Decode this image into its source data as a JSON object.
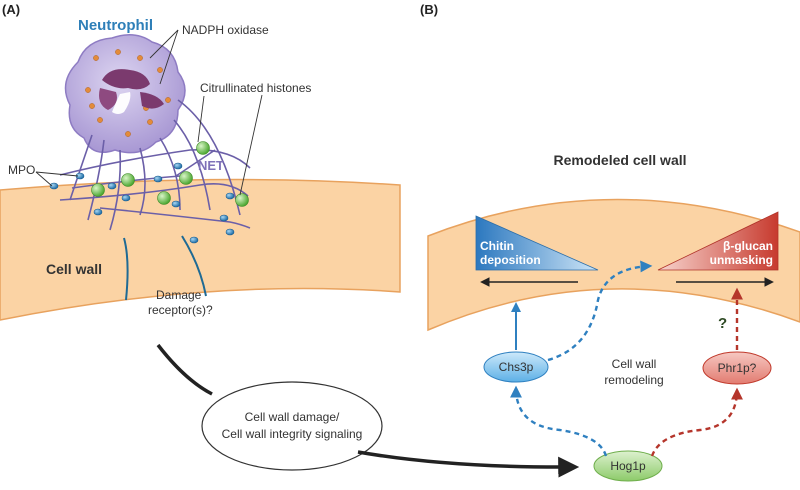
{
  "panel_a": {
    "label": "(A)",
    "neutrophil": "Neutrophil",
    "nadph": "NADPH oxidase",
    "histones": "Citrullinated histones",
    "mpo": "MPO",
    "net": "NET",
    "cell_wall": "Cell wall",
    "damage_line1": "Damage",
    "damage_line2": "receptor(s)?",
    "signal_line1": "Cell wall damage/",
    "signal_line2": "Cell wall integrity signaling"
  },
  "panel_b": {
    "label": "(B)",
    "title": "Remodeled cell wall",
    "chitin_line1": "Chitin",
    "chitin_line2": "deposition",
    "glucan_line1": "β-glucan",
    "glucan_line2": "unmasking",
    "chs3p": "Chs3p",
    "phr1p": "Phr1p?",
    "hog1p": "Hog1p",
    "remodel_line1": "Cell wall",
    "remodel_line2": "remodeling",
    "question": "?"
  },
  "colors": {
    "wall_fill": "#FBD3A4",
    "wall_edge": "#E8A25E",
    "neutrophil_body": "#B9AEDB",
    "nucleus": "#7B3A6E",
    "net_strand": "#6B5FA8",
    "green_node": "#6CC24A",
    "blue_node": "#2E7FB8",
    "chitin_blue": "#2F80C0",
    "glucan_red": "#C0392B",
    "hog1p_green": "#A9D88D"
  }
}
